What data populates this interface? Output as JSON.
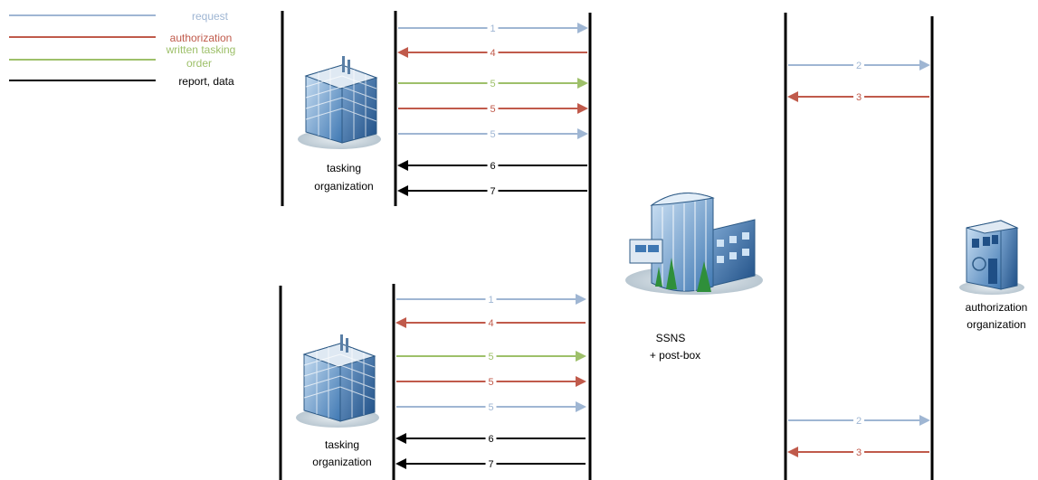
{
  "colors": {
    "request": "#9fb6d3",
    "authorization": "#c05a4b",
    "written_tasking": "#9ec06a",
    "order": "#9ec06a",
    "report_data": "#000000"
  },
  "legend": [
    {
      "key": "request",
      "label": "request",
      "color": "#9fb6d3"
    },
    {
      "key": "authorization",
      "label": "authorization",
      "color": "#c05a4b"
    },
    {
      "key": "written_tasking",
      "label": "written tasking",
      "color": "#9ec06a"
    },
    {
      "key": "order",
      "label": "order",
      "color": "#9ec06a"
    },
    {
      "key": "report_data",
      "label": "report, data",
      "color": "#000000"
    }
  ],
  "entities": {
    "tasking_top": {
      "line1": "tasking",
      "line2": "organization",
      "icon": "office-building-icon"
    },
    "tasking_bottom": {
      "line1": "tasking",
      "line2": "organization",
      "icon": "office-building-icon"
    },
    "ssns": {
      "line1": "SSNS",
      "line2": "+ post-box",
      "icon": "server-building-icon"
    },
    "authorization": {
      "line1": "authorization",
      "line2": "organization",
      "icon": "small-office-icon"
    }
  },
  "messages_top": [
    {
      "label": "1",
      "type": "request",
      "dir": "right"
    },
    {
      "label": "4",
      "type": "authorization",
      "dir": "left"
    },
    {
      "label": "5",
      "type": "written_tasking",
      "dir": "right"
    },
    {
      "label": "5",
      "type": "authorization",
      "dir": "right"
    },
    {
      "label": "5",
      "type": "request",
      "dir": "right"
    },
    {
      "label": "6",
      "type": "report_data",
      "dir": "left"
    },
    {
      "label": "7",
      "type": "report_data",
      "dir": "left"
    }
  ],
  "messages_bottom": [
    {
      "label": "1",
      "type": "request",
      "dir": "right"
    },
    {
      "label": "4",
      "type": "authorization",
      "dir": "left"
    },
    {
      "label": "5",
      "type": "written_tasking",
      "dir": "right"
    },
    {
      "label": "5",
      "type": "authorization",
      "dir": "right"
    },
    {
      "label": "5",
      "type": "request",
      "dir": "right"
    },
    {
      "label": "6",
      "type": "report_data",
      "dir": "left"
    },
    {
      "label": "7",
      "type": "report_data",
      "dir": "left"
    }
  ],
  "messages_right_top": [
    {
      "label": "2",
      "type": "request",
      "dir": "right"
    },
    {
      "label": "3",
      "type": "authorization",
      "dir": "left"
    }
  ],
  "messages_right_bottom": [
    {
      "label": "2",
      "type": "request",
      "dir": "right"
    },
    {
      "label": "3",
      "type": "authorization",
      "dir": "left"
    }
  ]
}
